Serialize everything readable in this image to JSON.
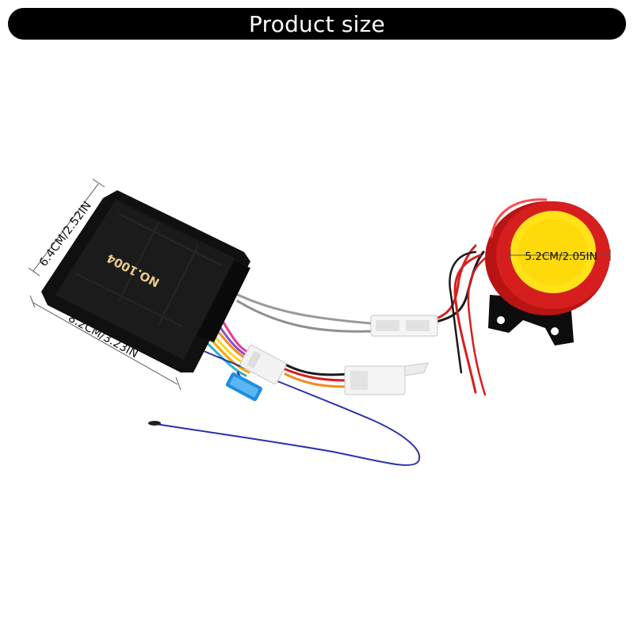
{
  "header": {
    "title": "Product size"
  },
  "product": {
    "model_label": "NO.1004",
    "dimensions": {
      "height_label": "6.4CM/2.52IN",
      "width_label": "8.2CM/3.23IN",
      "siren_diameter_label": "5.2CM/2.05IN"
    }
  },
  "colors": {
    "banner": "#000000",
    "control_box": "#111111",
    "siren_body": "#d01c1c",
    "siren_face": "#ffe21a",
    "antenna_wire": "#2a33a8",
    "fuse": "#1f8fe0"
  }
}
